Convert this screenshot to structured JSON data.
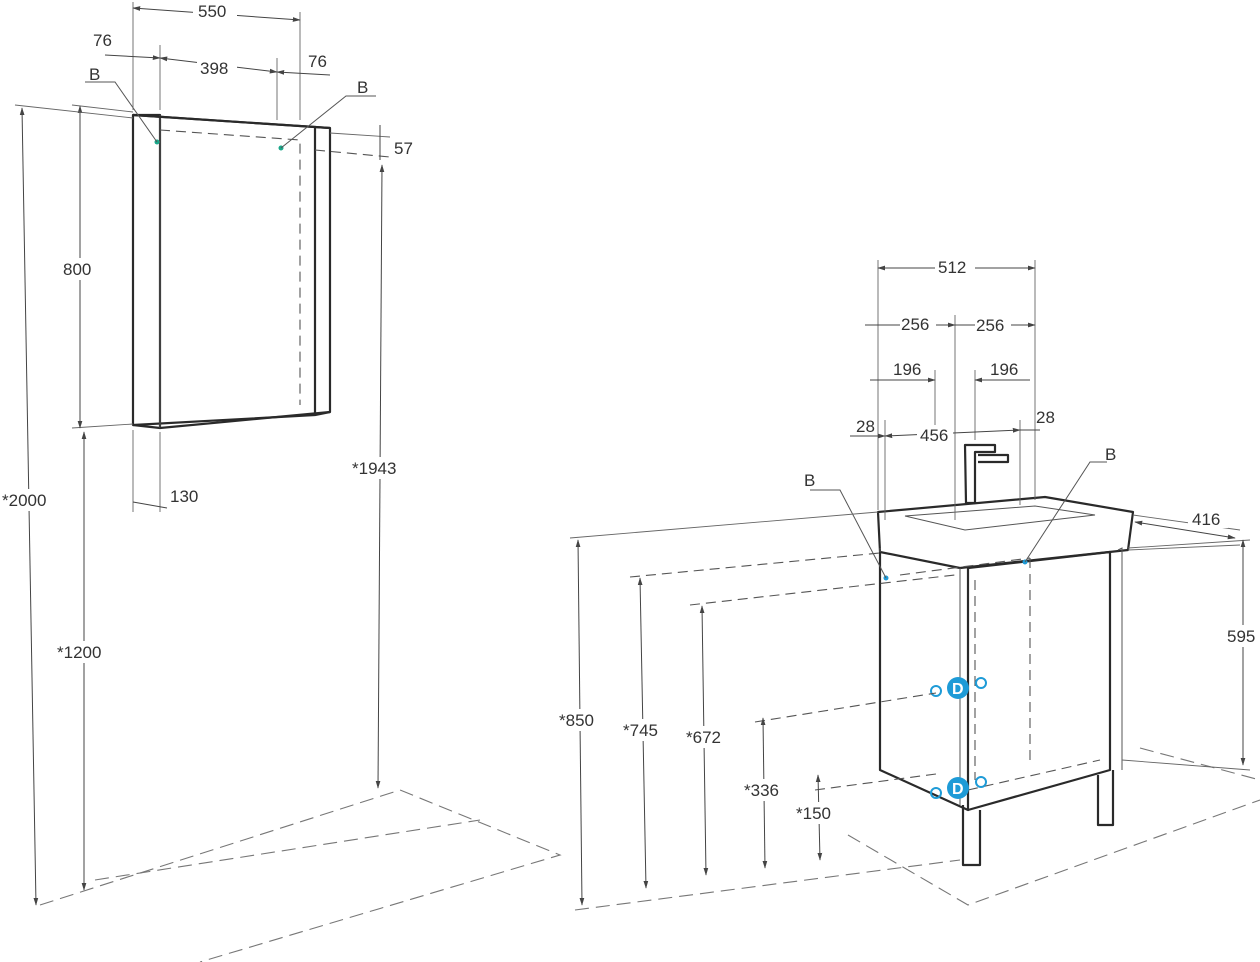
{
  "cabinet": {
    "width": "550",
    "side_left": "76",
    "inner_width": "398",
    "side_right": "76",
    "depth_top": "57",
    "height": "800",
    "depth_bottom": "130",
    "mount_height": "*1200",
    "top_height": "*1943",
    "total_height": "*2000",
    "marker_left": "B",
    "marker_right": "B"
  },
  "vanity": {
    "width": "512",
    "half_left": "256",
    "half_right": "256",
    "offset_left": "196",
    "offset_right": "196",
    "edge_left": "28",
    "inner_width": "456",
    "edge_right": "28",
    "depth": "416",
    "body_height": "595",
    "height_top": "*850",
    "height_745": "*745",
    "height_672": "*672",
    "height_336": "*336",
    "height_150": "*150",
    "marker_left": "B",
    "marker_right": "B",
    "connector_top": "D",
    "connector_bottom": "D",
    "connector_small": "c"
  },
  "colors": {
    "outline": "#2a2a2a",
    "dimension": "#444444",
    "connector": "#1e9bd7",
    "marker": "#1aa88a"
  }
}
